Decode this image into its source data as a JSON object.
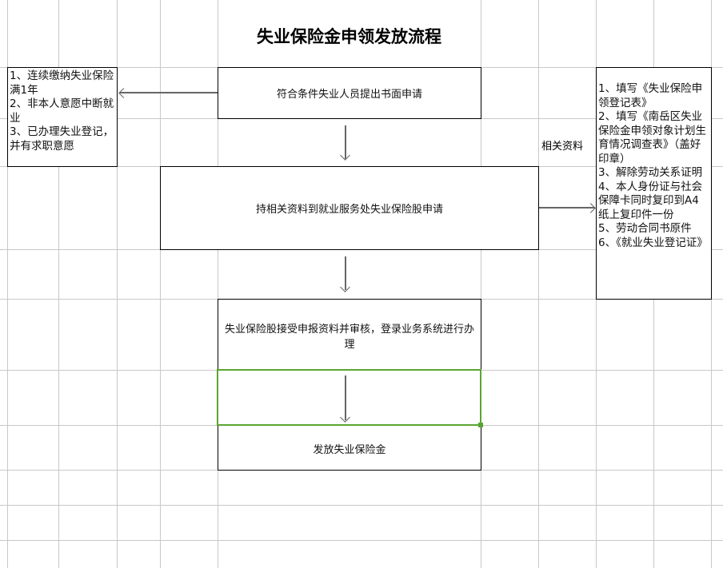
{
  "title": "失业保险金申领发放流程",
  "steps": [
    "符合条件失业人员提出书面申请",
    "持相关资料到就业服务处失业保险股申请",
    "失业保险股接受申报资料并审核，登录业务系统进行办理",
    "发放失业保险金"
  ],
  "conditions": "1、连续缴纳失业保险满1年\n2、非本人意愿中断就业\n3、已办理失业登记，并有求职意愿",
  "materials_label": "相关资料",
  "materials": "1、填写《失业保险申领登记表》\n2、填写《南岳区失业保险金申领对象计划生育情况调查表》（盖好印章）\n3、解除劳动关系证明\n4、本人身份证与社会保障卡同时复印到A4纸上复印件一份\n5、劳动合同书原件\n6、《就业失业登记证》",
  "selection_color": "#5aa532"
}
